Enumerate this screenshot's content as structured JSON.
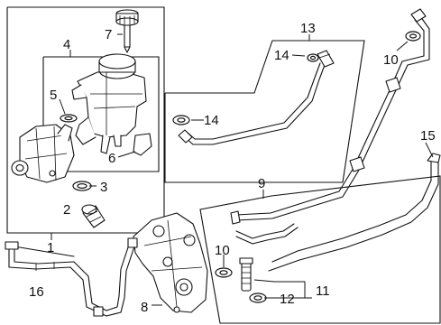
{
  "callouts": {
    "c1": "1",
    "c2": "2",
    "c3": "3",
    "c4": "4",
    "c5": "5",
    "c6": "6",
    "c7": "7",
    "c8": "8",
    "c9": "9",
    "c10a": "10",
    "c10b": "10",
    "c11": "11",
    "c12": "12",
    "c13": "13",
    "c14a": "14",
    "c14b": "14",
    "c15": "15",
    "c16": "16"
  }
}
